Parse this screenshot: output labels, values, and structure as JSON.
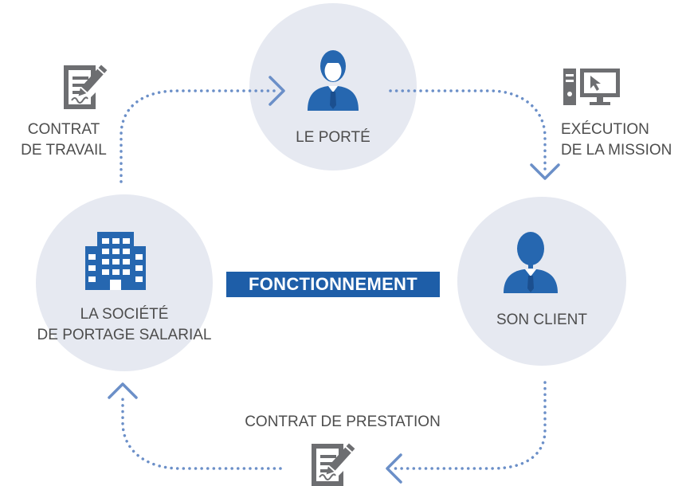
{
  "title": "FONCTIONNEMENT",
  "nodes": {
    "porte": {
      "label": "LE PORTÉ"
    },
    "client": {
      "label": "SON CLIENT"
    },
    "societe": {
      "line1": "LA SOCIÉTÉ",
      "line2": "DE PORTAGE SALARIAL"
    }
  },
  "flows": {
    "contrat_travail": {
      "line1": "CONTRAT",
      "line2": "DE TRAVAIL"
    },
    "execution": {
      "line1": "EXÉCUTION",
      "line2": "DE LA MISSION"
    },
    "contrat_prestation": {
      "label": "CONTRAT DE PRESTATION"
    }
  },
  "icons": {
    "porte": "person-tie-icon",
    "client": "client-person-icon",
    "societe": "office-building-icon",
    "contrat_travail": "contract-signature-icon",
    "execution": "computer-workstation-icon",
    "contrat_prestation": "contract-signature-icon"
  },
  "colors": {
    "accent": "#1e5ea8",
    "icon_blue": "#2667b0",
    "circle_fill": "#e6e9f1",
    "arrow": "#6b8fc8",
    "text": "#4d4d4d",
    "icon_gray": "#6d6e71"
  }
}
